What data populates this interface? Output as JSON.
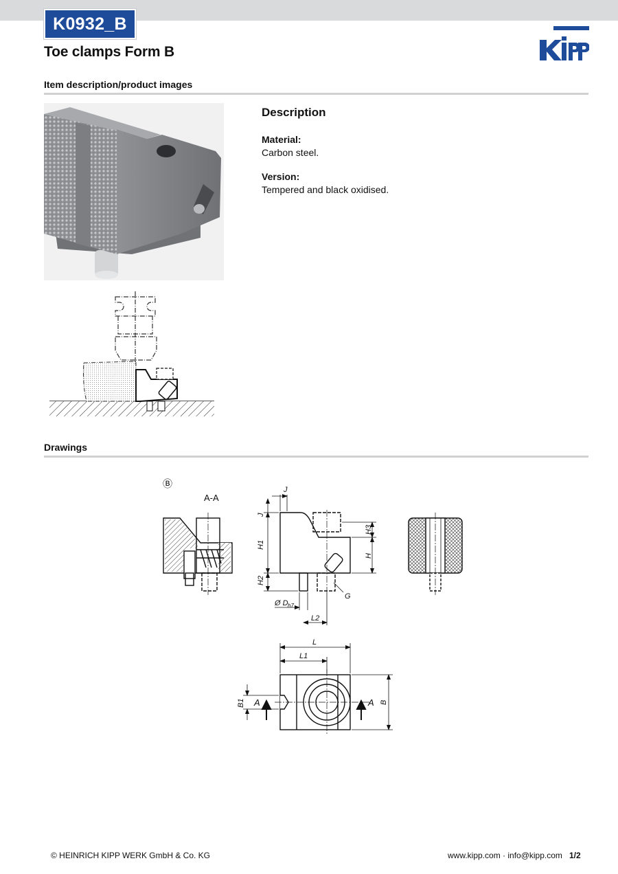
{
  "header": {
    "code": "K0932_B",
    "title": "Toe clamps Form B",
    "brand": "Kipp"
  },
  "sections": {
    "item_description": "Item description/product images",
    "drawings": "Drawings"
  },
  "description": {
    "title": "Description",
    "material_label": "Material:",
    "material_value": "Carbon steel.",
    "version_label": "Version:",
    "version_value": "Tempered and black oxidised."
  },
  "drawing_labels": {
    "form": "Ⓑ",
    "section": "A-A",
    "J": "J",
    "H1": "H1",
    "H2": "H2",
    "H3": "H3",
    "H": "H",
    "D": "Ø D",
    "D_tol": "h7",
    "G": "G",
    "L2": "L2",
    "L": "L",
    "L1": "L1",
    "B1": "B1",
    "A_left": "A",
    "A_right": "A",
    "B": "B"
  },
  "footer": {
    "copyright": "© HEINRICH KIPP WERK GmbH & Co. KG",
    "contact": "www.kipp.com · info@kipp.com",
    "page": "1/2"
  }
}
